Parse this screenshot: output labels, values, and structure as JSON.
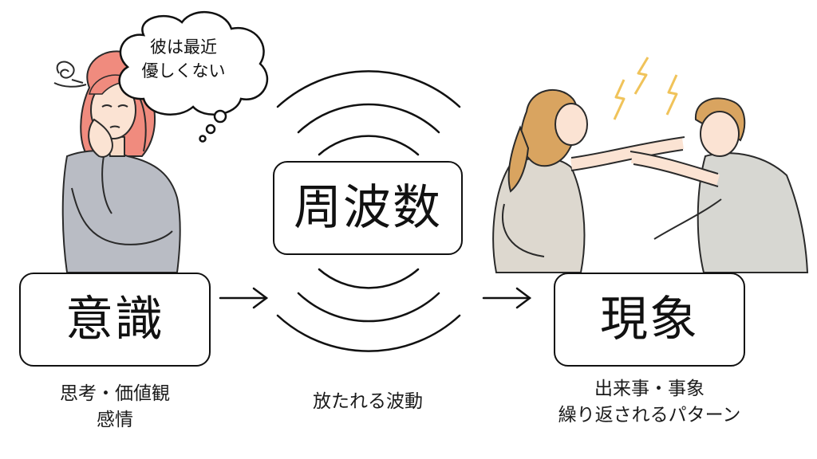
{
  "thought_bubble": {
    "line1": "彼は最近",
    "line2": "優しくない"
  },
  "boxes": {
    "consciousness": "意識",
    "frequency": "周波数",
    "phenomenon": "現象"
  },
  "captions": {
    "consciousness": {
      "line1": "思考・価値観",
      "line2": "感情"
    },
    "frequency": {
      "line1": "放たれる波動"
    },
    "phenomenon": {
      "line1": "出来事・事象",
      "line2": "繰り返されるパターン"
    }
  },
  "arrows": [
    "→",
    "→"
  ],
  "colors": {
    "ink": "#111111",
    "woman_hair": "#f08b7e",
    "woman_sweater": "#b9bcc4",
    "arguer_hair": "#d9a460",
    "lightning": "#f0c35a"
  },
  "icons": [
    "worried-woman-illustration",
    "thought-bubble-icon",
    "confusion-scribble-icon",
    "wave-arcs-icon",
    "arrow-right-icon",
    "arguing-couple-illustration",
    "lightning-bolt-icon"
  ]
}
